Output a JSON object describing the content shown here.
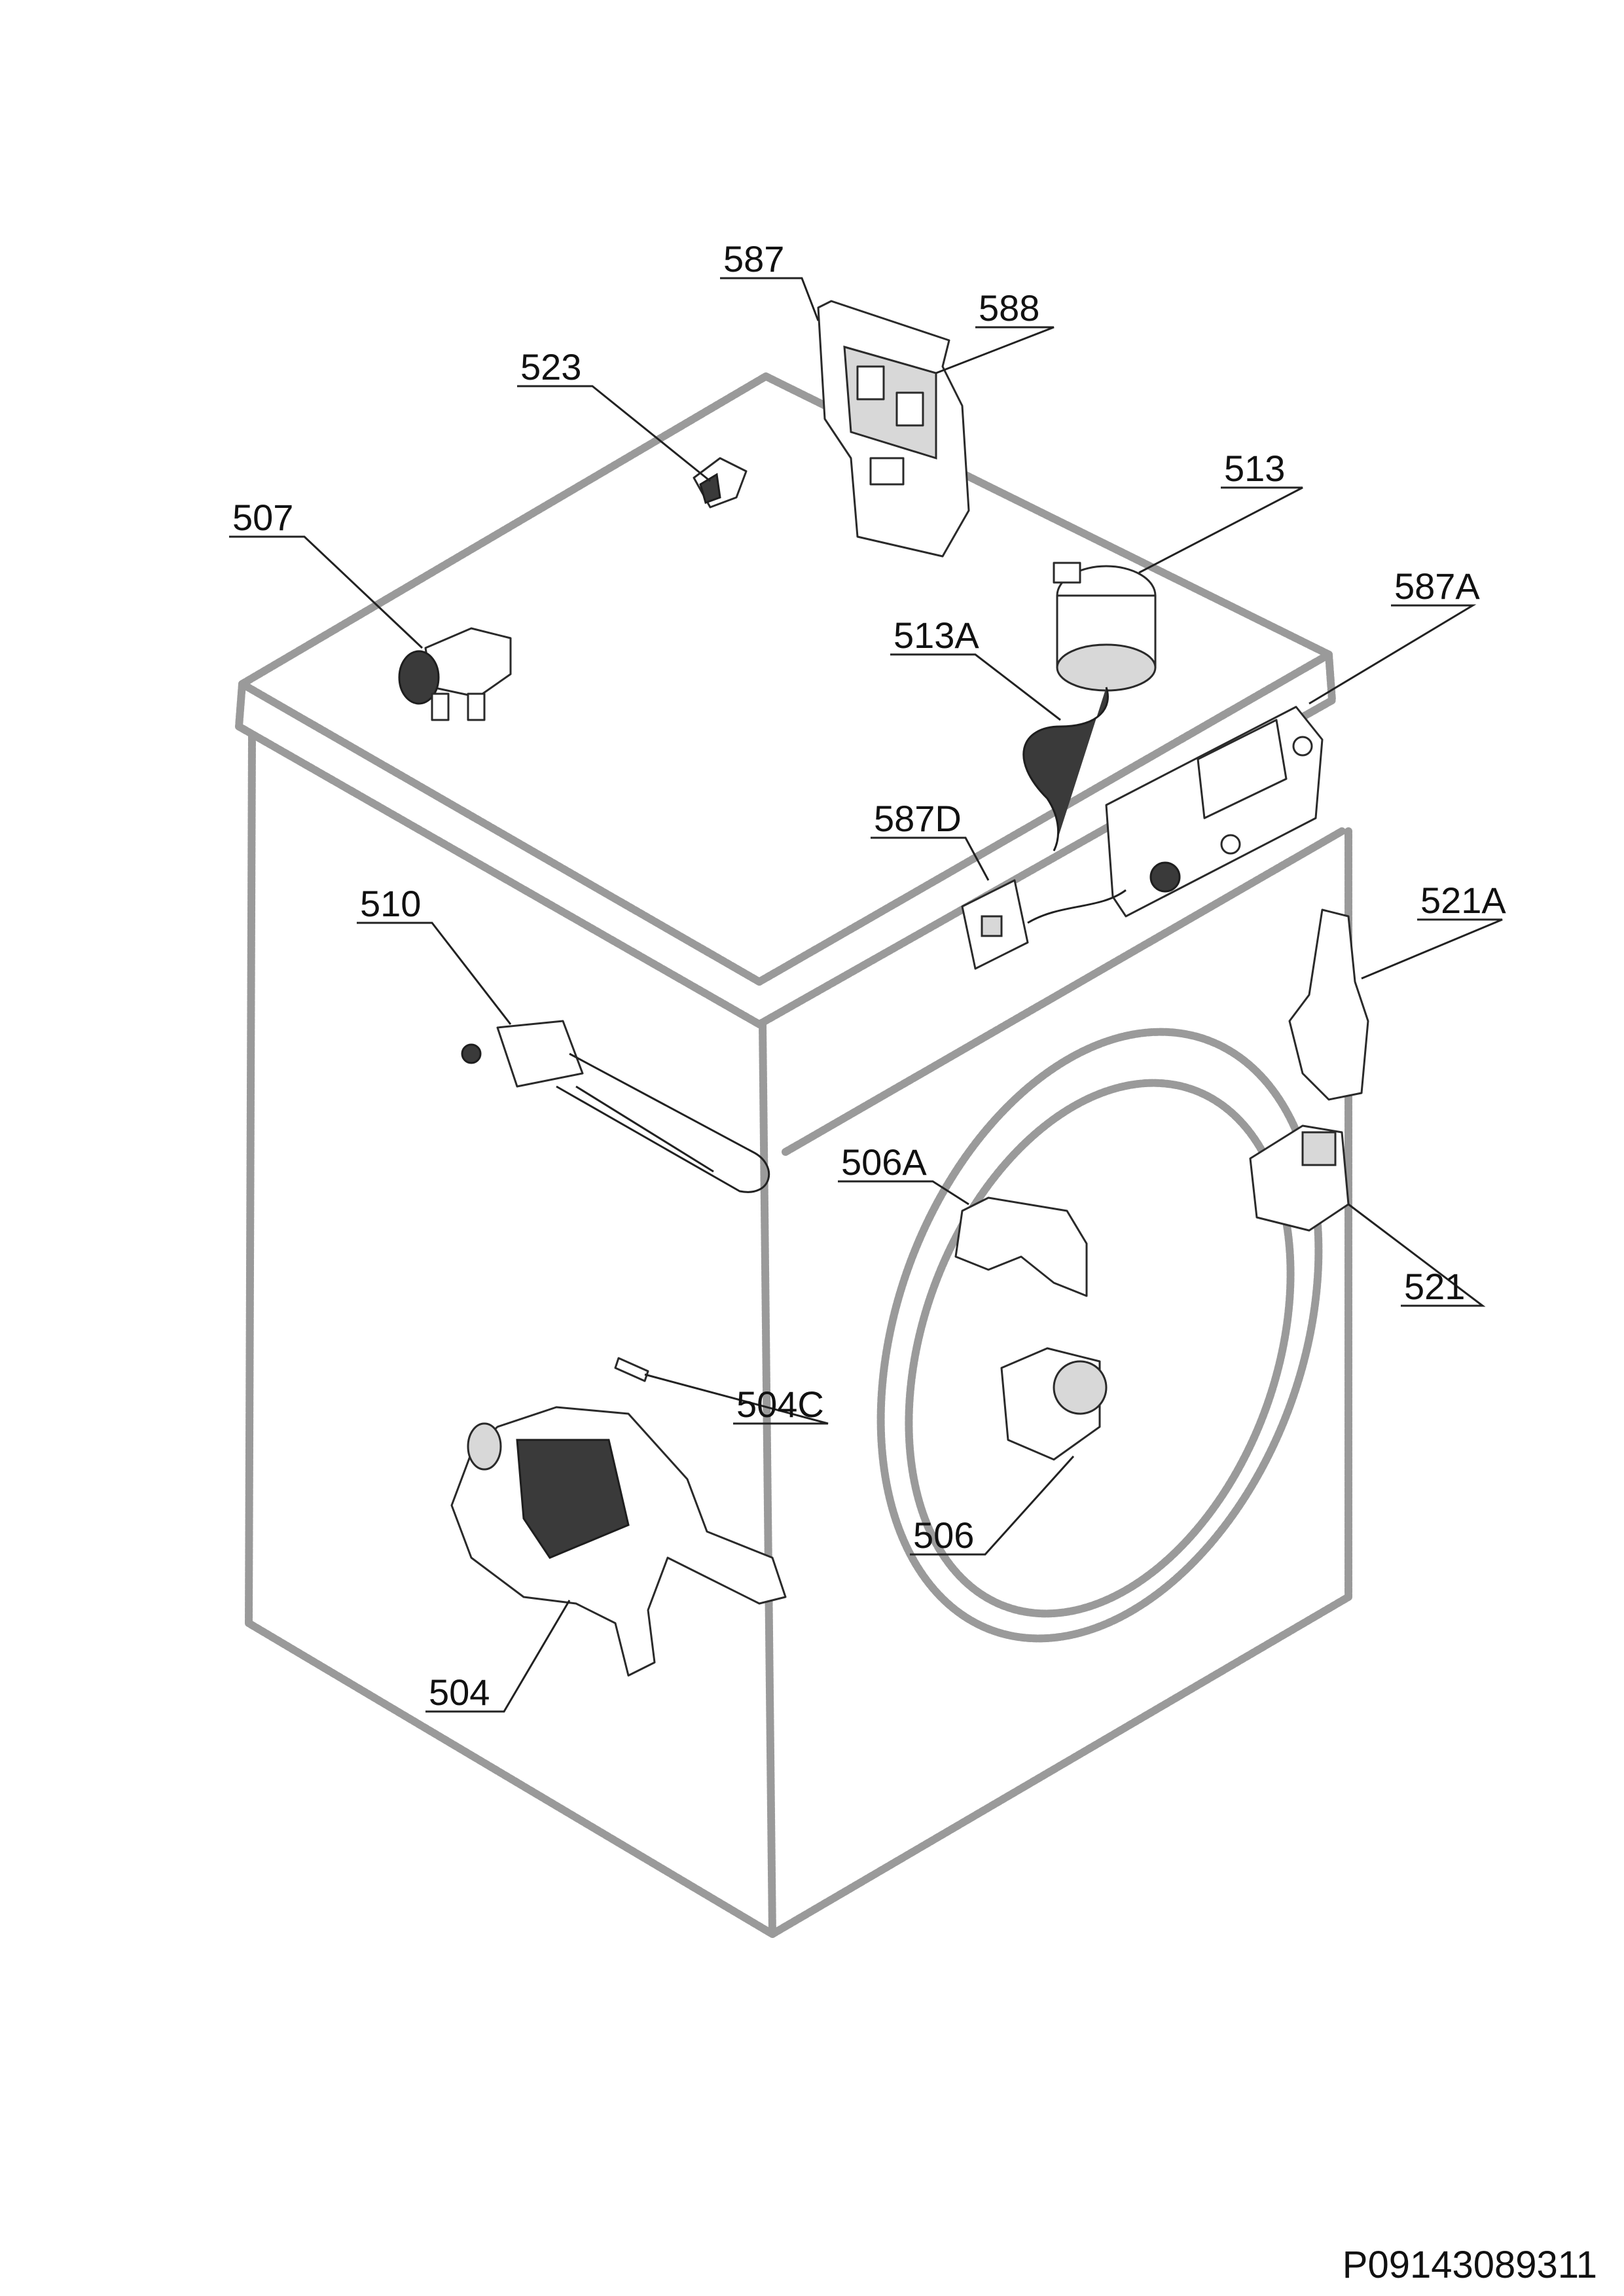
{
  "callouts": [
    {
      "id": "587",
      "label": "587"
    },
    {
      "id": "588",
      "label": "588"
    },
    {
      "id": "523",
      "label": "523"
    },
    {
      "id": "513",
      "label": "513"
    },
    {
      "id": "507",
      "label": "507"
    },
    {
      "id": "587A",
      "label": "587A"
    },
    {
      "id": "513A",
      "label": "513A"
    },
    {
      "id": "587D",
      "label": "587D"
    },
    {
      "id": "521A",
      "label": "521A"
    },
    {
      "id": "510",
      "label": "510"
    },
    {
      "id": "506A",
      "label": "506A"
    },
    {
      "id": "521",
      "label": "521"
    },
    {
      "id": "504C",
      "label": "504C"
    },
    {
      "id": "506",
      "label": "506"
    },
    {
      "id": "504",
      "label": "504"
    }
  ],
  "drawing_code": "P09143089311",
  "colors": {
    "outline": "#9a9a9a",
    "ink": "#111111"
  }
}
